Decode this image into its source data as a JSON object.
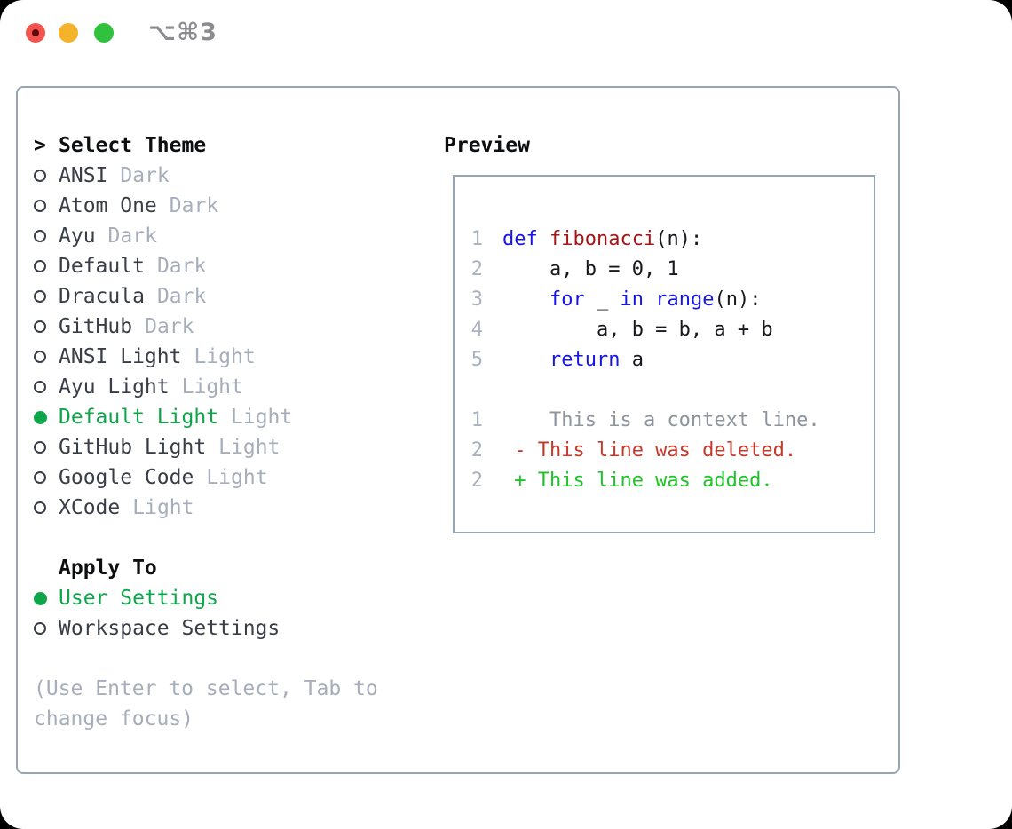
{
  "window": {
    "title": "⌥⌘3"
  },
  "theme_selector": {
    "prompt": ">",
    "title": "Select Theme",
    "themes": [
      {
        "name": "ANSI",
        "variant": "Dark",
        "selected": false
      },
      {
        "name": "Atom One",
        "variant": "Dark",
        "selected": false
      },
      {
        "name": "Ayu",
        "variant": "Dark",
        "selected": false
      },
      {
        "name": "Default",
        "variant": "Dark",
        "selected": false
      },
      {
        "name": "Dracula",
        "variant": "Dark",
        "selected": false
      },
      {
        "name": "GitHub",
        "variant": "Dark",
        "selected": false
      },
      {
        "name": "ANSI Light",
        "variant": "Light",
        "selected": false
      },
      {
        "name": "Ayu Light",
        "variant": "Light",
        "selected": false
      },
      {
        "name": "Default Light",
        "variant": "Light",
        "selected": true
      },
      {
        "name": "GitHub Light",
        "variant": "Light",
        "selected": false
      },
      {
        "name": "Google Code",
        "variant": "Light",
        "selected": false
      },
      {
        "name": "XCode",
        "variant": "Light",
        "selected": false
      }
    ]
  },
  "apply_to": {
    "title": "Apply To",
    "options": [
      {
        "label": "User Settings",
        "selected": true
      },
      {
        "label": "Workspace Settings",
        "selected": false
      }
    ]
  },
  "help_text": "(Use Enter to select, Tab to change focus)",
  "preview": {
    "title": "Preview",
    "code_lines": [
      {
        "num": "1",
        "tokens": [
          {
            "c": "kw",
            "t": "def"
          },
          {
            "c": "",
            "t": " "
          },
          {
            "c": "fn",
            "t": "fibonacci"
          },
          {
            "c": "",
            "t": "(n):"
          }
        ]
      },
      {
        "num": "2",
        "tokens": [
          {
            "c": "",
            "t": "    a, b = 0, 1"
          }
        ]
      },
      {
        "num": "3",
        "tokens": [
          {
            "c": "",
            "t": "    "
          },
          {
            "c": "kw",
            "t": "for"
          },
          {
            "c": "",
            "t": " _ "
          },
          {
            "c": "kw",
            "t": "in"
          },
          {
            "c": "",
            "t": " "
          },
          {
            "c": "kw",
            "t": "range"
          },
          {
            "c": "",
            "t": "(n):"
          }
        ]
      },
      {
        "num": "4",
        "tokens": [
          {
            "c": "",
            "t": "        a, b = b, a + b"
          }
        ]
      },
      {
        "num": "5",
        "tokens": [
          {
            "c": "",
            "t": "    "
          },
          {
            "c": "kw",
            "t": "return"
          },
          {
            "c": "",
            "t": " a"
          }
        ]
      }
    ],
    "diff_lines": [
      {
        "num": "1",
        "kind": "ctx",
        "text": "    This is a context line."
      },
      {
        "num": "2",
        "kind": "del",
        "text": " - This line was deleted."
      },
      {
        "num": "2",
        "kind": "add",
        "text": " + This line was added."
      }
    ]
  },
  "colors": {
    "accent_green": "#0ea64a",
    "keyword_blue": "#1515e6",
    "function_red": "#a41616",
    "deleted_red": "#c5392b",
    "added_green": "#1dc327",
    "muted_gray": "#a6aebb",
    "traffic_red": "#f4534e",
    "traffic_yellow": "#f5b32c",
    "traffic_green": "#30c13e"
  }
}
